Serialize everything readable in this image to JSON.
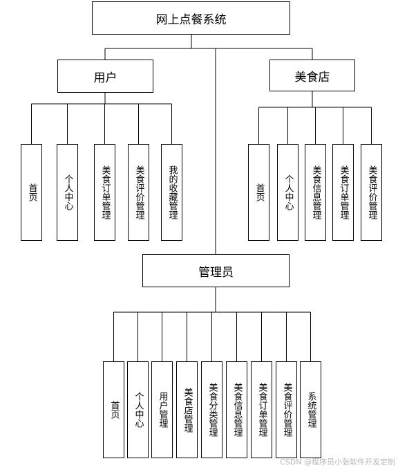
{
  "root": "网上点餐系统",
  "branches": [
    {
      "title": "用户",
      "children": [
        "首页",
        "个人中心",
        "美食订单管理",
        "美食评价管理",
        "我的收藏管理"
      ]
    },
    {
      "title": "美食店",
      "children": [
        "首页",
        "个人中心",
        "美食信息管理",
        "美食订单管理",
        "美食评价管理"
      ]
    },
    {
      "title": "管理员",
      "children": [
        "首页",
        "个人中心",
        "用户管理",
        "美食店管理",
        "美食分类管理",
        "美食信息管理",
        "美食订单管理",
        "美食评价管理",
        "系统管理"
      ]
    }
  ],
  "watermark": "CSDN @程序员小张软件开发定制"
}
